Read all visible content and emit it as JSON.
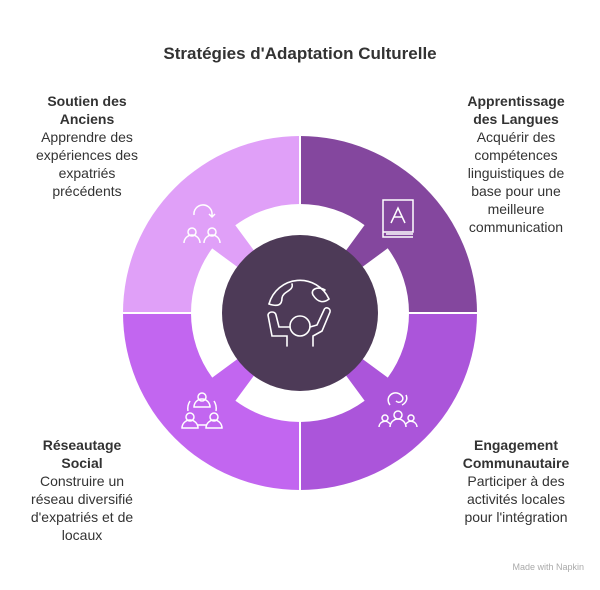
{
  "title": "Stratégies d'Adaptation Culturelle",
  "colors": {
    "top_left": "#E0A0F8",
    "top_right": "#84479E",
    "bottom_left": "#C266F0",
    "bottom_right": "#AB55DA",
    "hub": "#4D3A57"
  },
  "items": [
    {
      "title_lines": [
        "Soutien des",
        "Anciens"
      ],
      "desc_lines": [
        "Apprendre des",
        "expériences des",
        "expatriés",
        "précédents"
      ],
      "icon": "mentor-people-icon"
    },
    {
      "title_lines": [
        "Apprentissage",
        "des Langues"
      ],
      "desc_lines": [
        "Acquérir des",
        "compétences",
        "linguistiques de",
        "base pour une",
        "meilleure",
        "communication"
      ],
      "icon": "book-icon"
    },
    {
      "title_lines": [
        "Réseautage",
        "Social"
      ],
      "desc_lines": [
        "Construire un",
        "réseau diversifié",
        "d'expatriés et de",
        "locaux"
      ],
      "icon": "network-icon"
    },
    {
      "title_lines": [
        "Engagement",
        "Communautaire"
      ],
      "desc_lines": [
        "Participer à des",
        "activités locales",
        "pour l'intégration"
      ],
      "icon": "community-icon"
    }
  ],
  "center_icon": "globe-person-icon",
  "footer": "Made with Napkin"
}
